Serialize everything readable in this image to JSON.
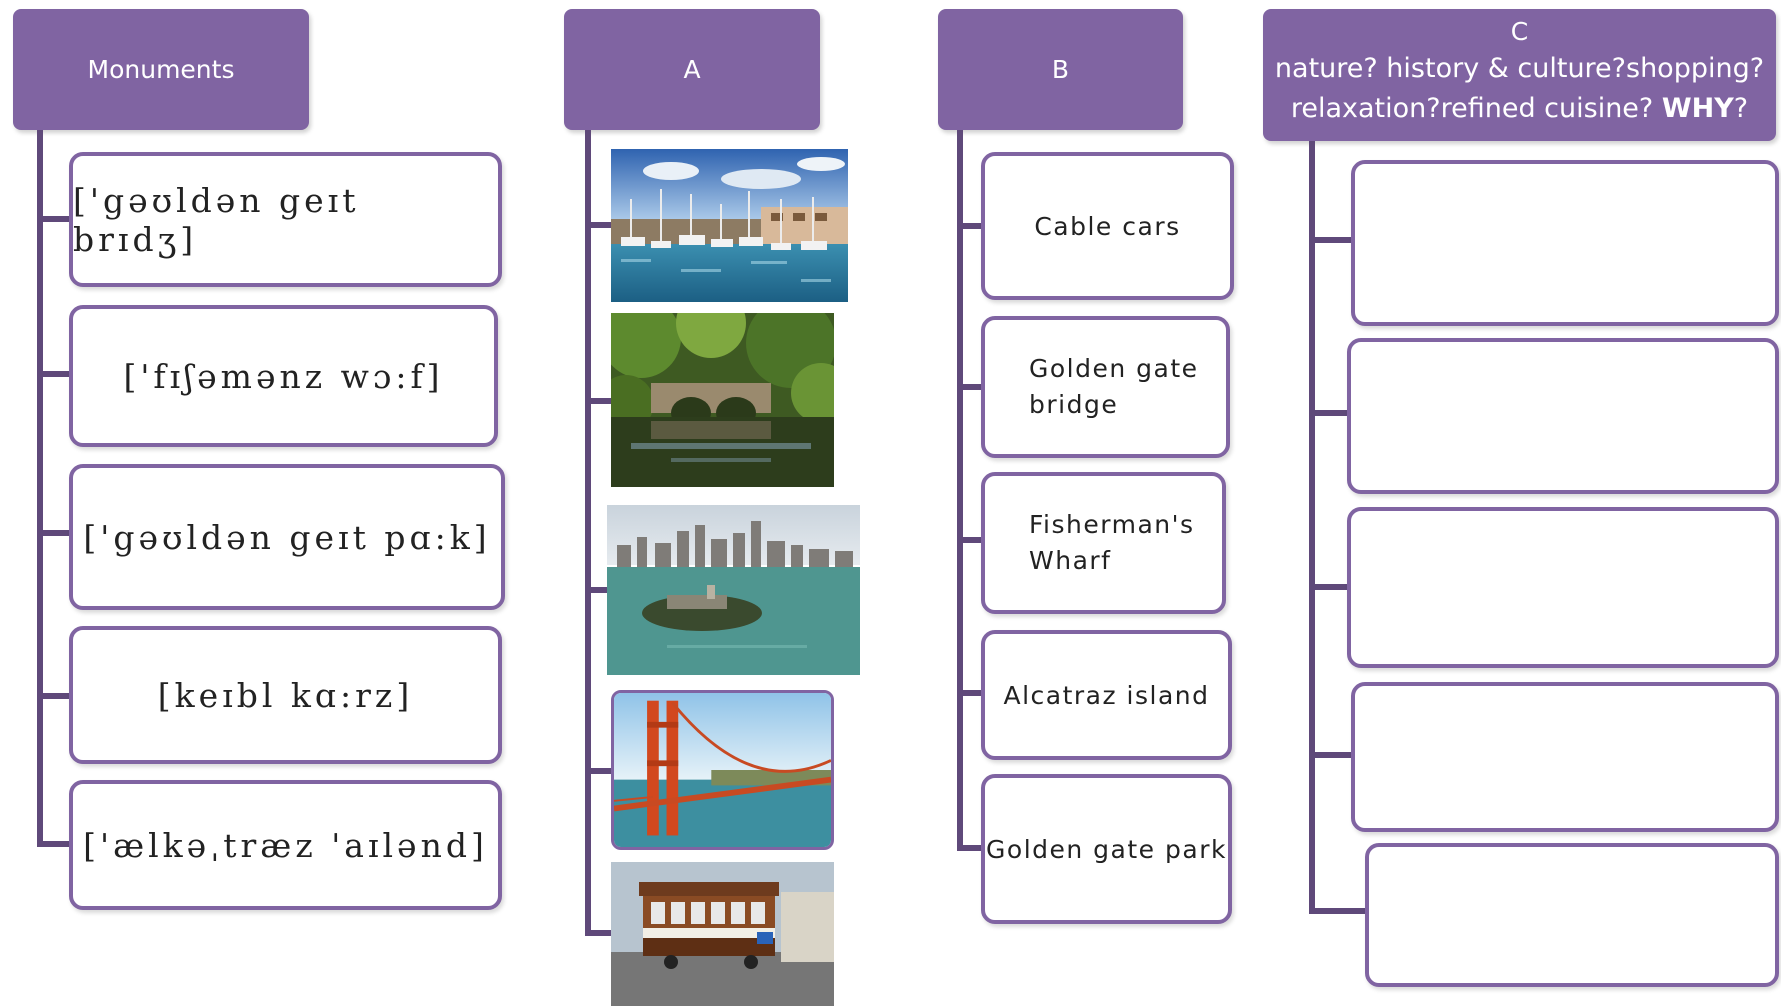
{
  "headers": {
    "monuments": "Monuments",
    "a": "A",
    "b": "B",
    "c_title": "C",
    "c_question_line1": "nature? history & culture?shopping?",
    "c_question_line2_plain": "relaxation?refined cuisine? ",
    "c_question_why": "WHY",
    "c_question_end": "?"
  },
  "monuments": [
    "['gəʊldən geɪt brɪdʒ]",
    "['fɪʃəmənz wɔ:f]",
    "['gəʊldən geɪt pɑ:k]",
    "[keɪbl kɑ:rz]",
    "['ælkəˌtræz 'aɪlənd]"
  ],
  "pictures": [
    "harbor-boats-icon",
    "park-stone-bridge-icon",
    "alcatraz-bay-icon",
    "golden-gate-bridge-icon",
    "cable-car-icon"
  ],
  "column_b": [
    "Cable cars",
    "Golden gate bridge",
    "Fisherman's Wharf",
    "Alcatraz island",
    "Golden gate park"
  ],
  "column_c": [
    "",
    "",
    "",
    "",
    ""
  ],
  "colors": {
    "accent": "#8064a2",
    "connector": "#5f497a"
  }
}
